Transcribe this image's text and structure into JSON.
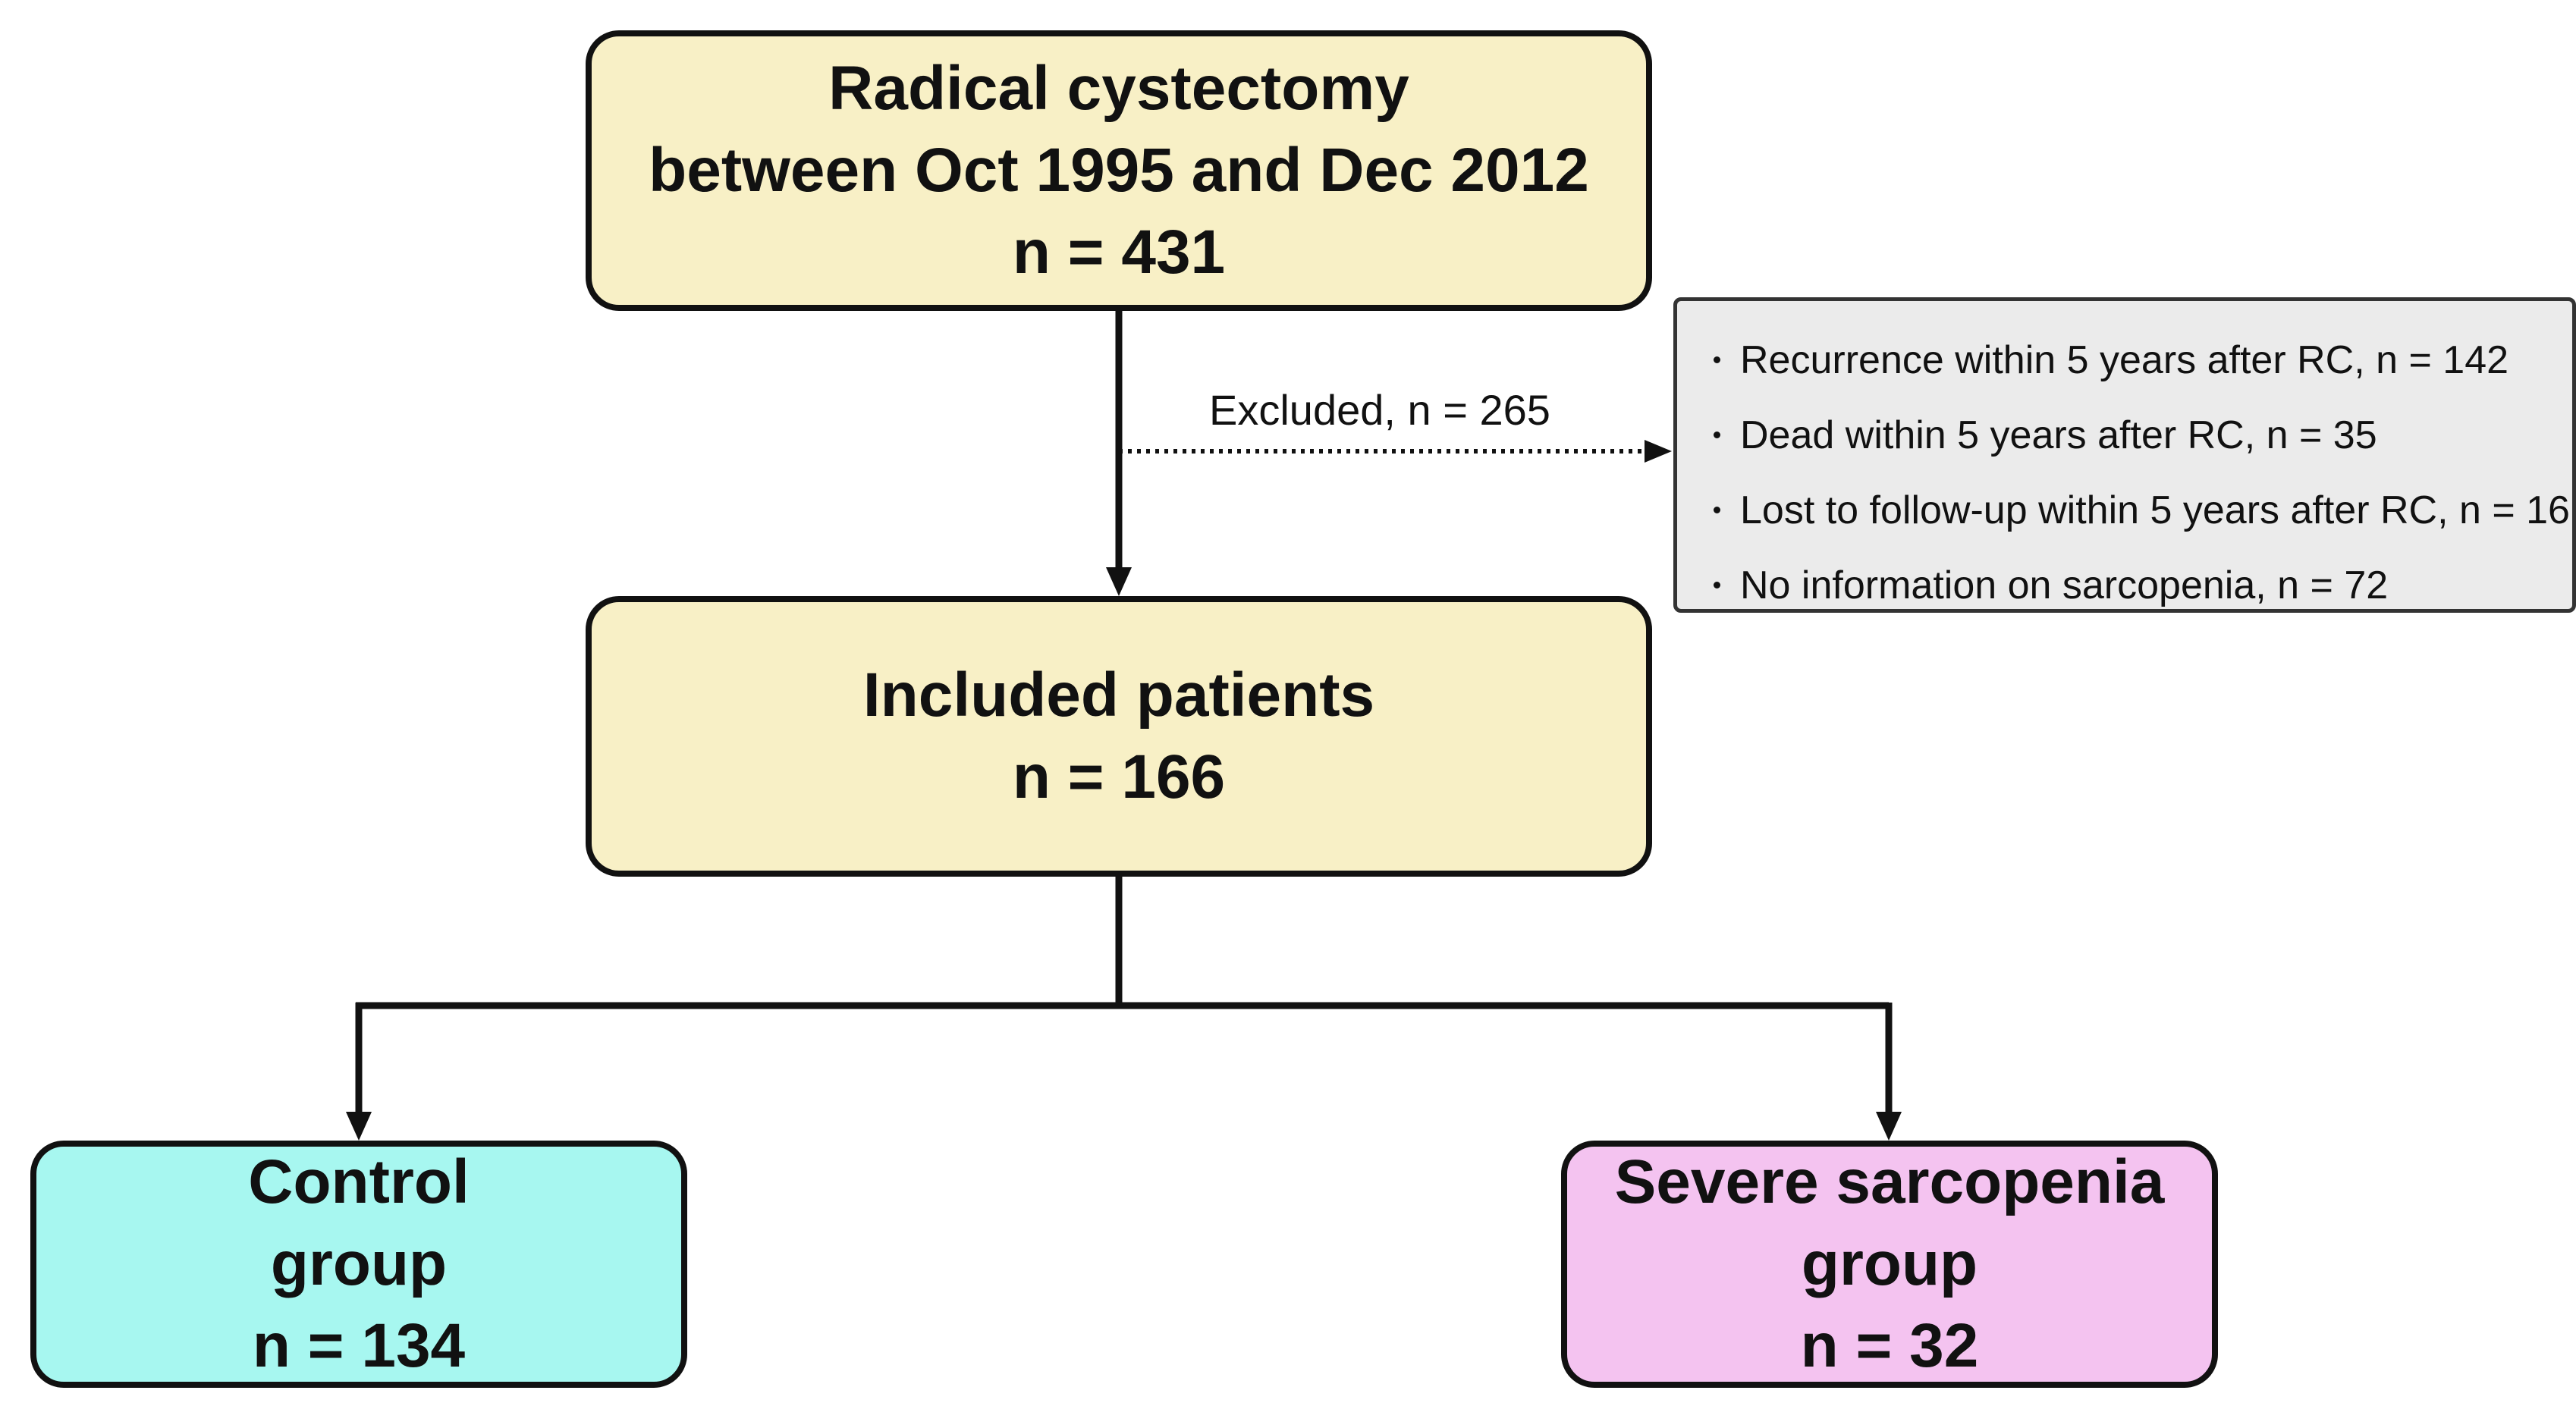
{
  "colors": {
    "main_box": "#f8f0c6",
    "control_box": "#a7f7f0",
    "severe_box": "#f4c3f0",
    "excluded_box": "#ebebeb",
    "stroke": "#111111"
  },
  "flow": {
    "top_box": {
      "lines": [
        "Radical cystectomy",
        "between Oct 1995 and Dec 2012",
        "n = 431"
      ]
    },
    "excluded_label": "Excluded, n = 265",
    "excluded_items": [
      "Recurrence within 5 years after RC, n = 142",
      "Dead within 5 years after RC, n = 35",
      "Lost to follow-up within 5 years after RC, n = 16",
      "No information on sarcopenia, n = 72"
    ],
    "included_box": {
      "lines": [
        "Included patients",
        "n = 166"
      ]
    },
    "control_box": {
      "lines": [
        "Control",
        "group",
        "n = 134"
      ]
    },
    "severe_box": {
      "lines": [
        "Severe sarcopenia",
        "group",
        "n = 32"
      ]
    }
  }
}
